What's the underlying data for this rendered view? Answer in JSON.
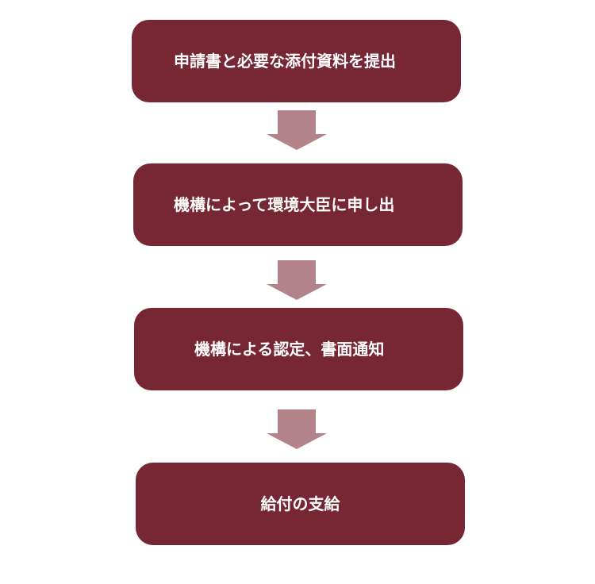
{
  "steps": [
    {
      "label": "申請書と必要な添付資料を提出"
    },
    {
      "label": "機構によって環境大臣に申し出"
    },
    {
      "label": "機構による認定、書面通知"
    },
    {
      "label": "給付の支給"
    }
  ],
  "colors": {
    "box_fill": "#772634",
    "box_text": "#ffffff",
    "arrow_fill": "#b3838b"
  },
  "icons": {
    "connector": "down-arrow-icon"
  }
}
